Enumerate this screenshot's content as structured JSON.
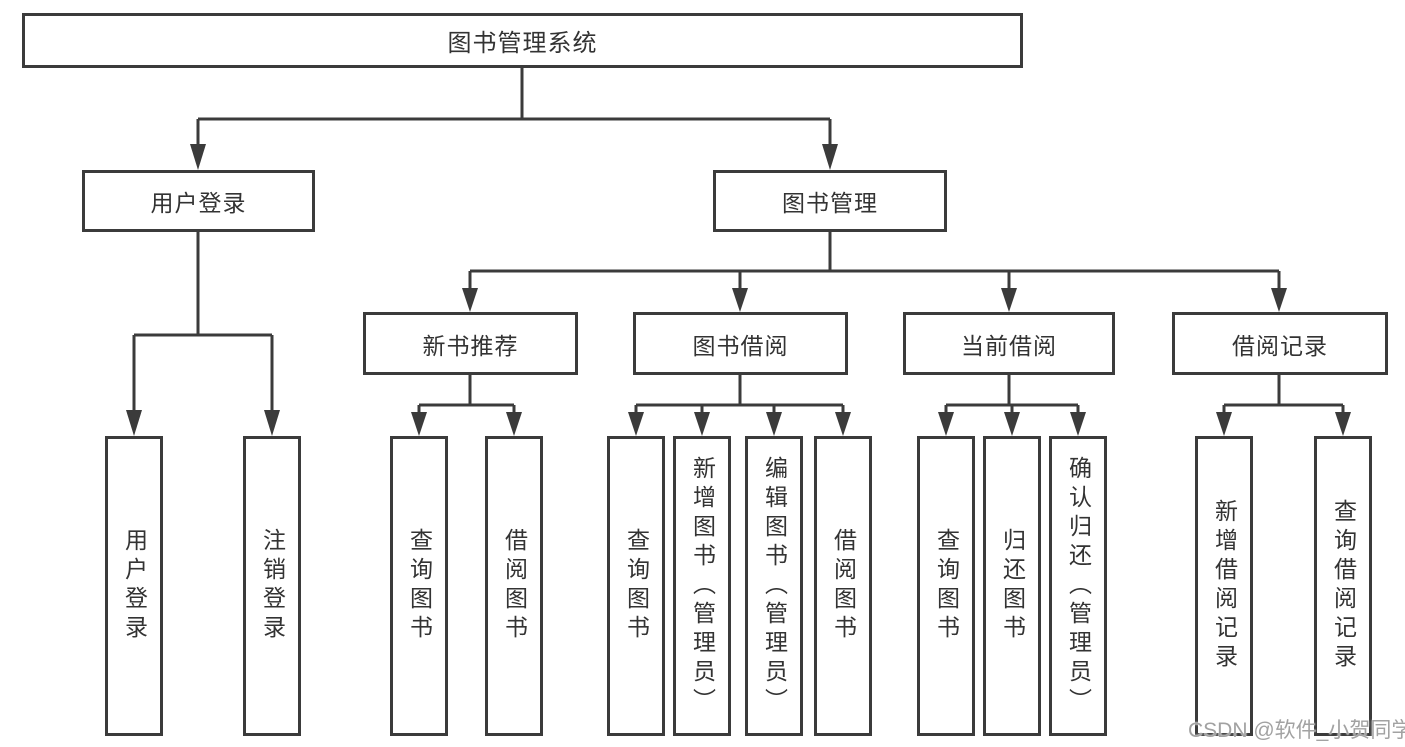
{
  "diagram_title": "图书管理系统",
  "tree": {
    "root_label": "图书管理系统",
    "branches": [
      {
        "label": "用户登录",
        "children": [
          {
            "label": "用户登录"
          },
          {
            "label": "注销登录"
          }
        ]
      },
      {
        "label": "图书管理",
        "children": [
          {
            "label": "新书推荐",
            "children": [
              {
                "label": "查询图书"
              },
              {
                "label": "借阅图书"
              }
            ]
          },
          {
            "label": "图书借阅",
            "children": [
              {
                "label": "查询图书"
              },
              {
                "label": "新增图书（管理员）"
              },
              {
                "label": "编辑图书（管理员）"
              },
              {
                "label": "借阅图书"
              }
            ]
          },
          {
            "label": "当前借阅",
            "children": [
              {
                "label": "查询图书"
              },
              {
                "label": "归还图书"
              },
              {
                "label": "确认归还（管理员）"
              }
            ]
          },
          {
            "label": "借阅记录",
            "children": [
              {
                "label": "新增借阅记录"
              },
              {
                "label": "查询借阅记录"
              }
            ]
          }
        ]
      }
    ]
  },
  "watermark": {
    "text": "CSDN @软件_小贺同学"
  },
  "colors": {
    "line": "#3b3b3b",
    "box_border": "#3b3b3b",
    "text": "#333333",
    "watermark": "#a2a2a2",
    "background": "#ffffff"
  }
}
